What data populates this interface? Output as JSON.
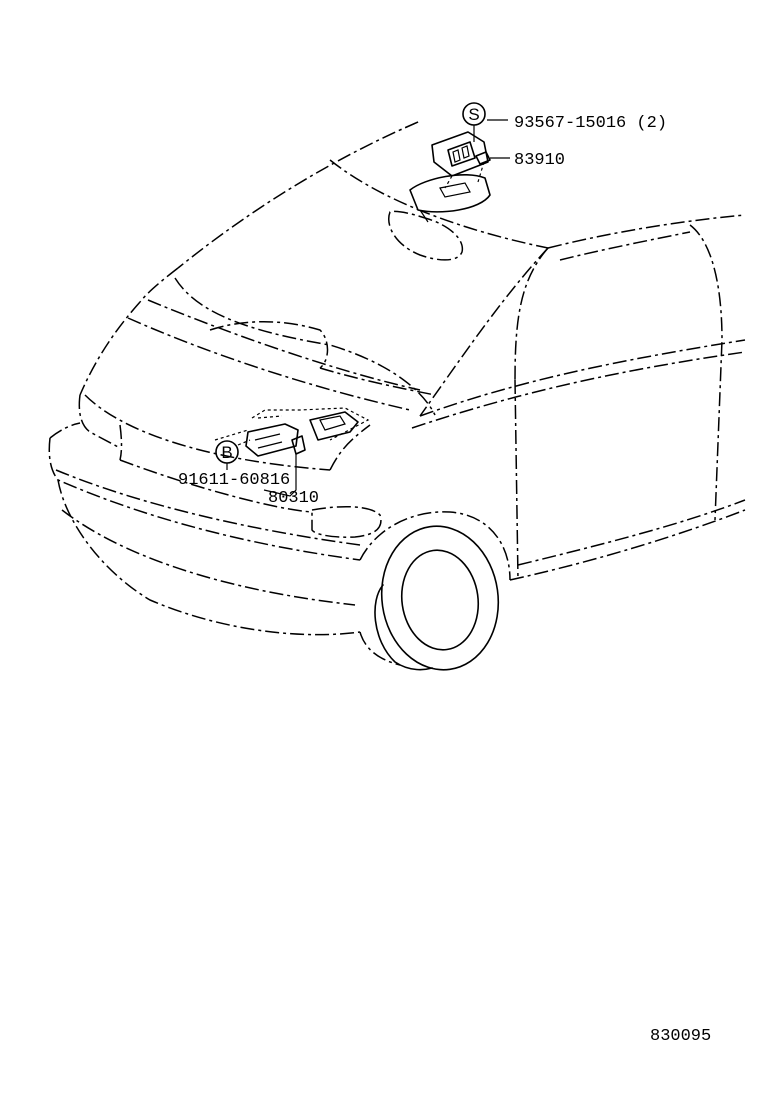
{
  "callouts": {
    "symbol_s": "S",
    "symbol_b": "B",
    "bolt_s_part": "93567-15016 (2)",
    "interior_unit_part": "83910",
    "bolt_b_part": "91611-60816",
    "front_unit_part": "80310"
  },
  "figure_number": "830095"
}
